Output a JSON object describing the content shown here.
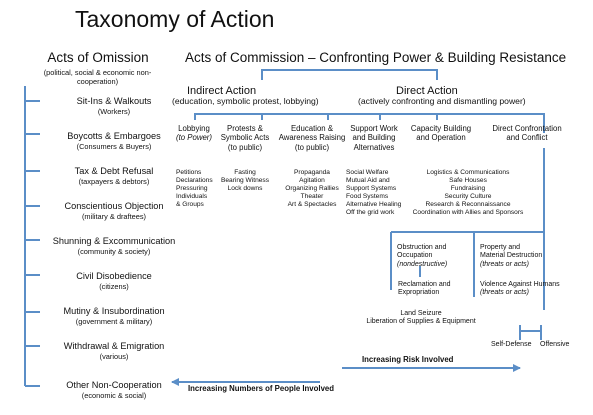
{
  "title": "Taxonomy of Action",
  "omission": {
    "heading": "Acts of Omission",
    "subtitle_1": "(political, social & economic non-",
    "subtitle_2": "cooperation)",
    "items": [
      {
        "label": "Sit-Ins & Walkouts",
        "sub": "(Workers)"
      },
      {
        "label": "Boycotts & Embargoes",
        "sub": "(Consumers & Buyers)"
      },
      {
        "label": "Tax & Debt Refusal",
        "sub": "(taxpayers & debtors)"
      },
      {
        "label": "Conscientious Objection",
        "sub": "(military & draftees)"
      },
      {
        "label": "Shunning & Excommunication",
        "sub": "(community & society)"
      },
      {
        "label": "Civil Disobedience",
        "sub": "(citizens)"
      },
      {
        "label": "Mutiny & Insubordination",
        "sub": "(government & military)"
      },
      {
        "label": "Withdrawal & Emigration",
        "sub": "(various)"
      },
      {
        "label": "Other Non-Cooperation",
        "sub": "(economic & social)"
      }
    ]
  },
  "commission": {
    "heading": "Acts of Commission – Confronting Power & Building Resistance",
    "indirect": {
      "title": "Indirect Action",
      "sub": "(education, symbolic protest, lobbying)"
    },
    "direct": {
      "title": "Direct Action",
      "sub": "(actively confronting and dismantling power)"
    },
    "categories": [
      {
        "line1": "Lobbying",
        "line2": "(to Power)",
        "line3": "",
        "list": [
          "Petitions",
          "Declarations",
          "Pressuring",
          "Individuals",
          "& Groups"
        ]
      },
      {
        "line1": "Protests &",
        "line2": "Symbolic Acts",
        "line3": "(to public)",
        "list": [
          "Fasting",
          "Bearing Witness",
          "Lock downs"
        ]
      },
      {
        "line1": "Education &",
        "line2": "Awareness Raising",
        "line3": "(to public)",
        "list": [
          "Propaganda",
          "Agitation",
          "Organizing Rallies",
          "Theater",
          "Art & Spectacles"
        ]
      },
      {
        "line1": "Support Work",
        "line2": "and Building",
        "line3": "Alternatives",
        "list": [
          "Social Welfare",
          "Mutual Aid and",
          "Support Systems",
          "Food Systems",
          "Alternative Healing",
          "Off the grid work"
        ]
      },
      {
        "line1": "Capacity Building",
        "line2": "and Operation",
        "line3": "",
        "list": [
          "Logistics & Communications",
          "Safe Houses",
          "Fundraising",
          "Security Culture",
          "Research & Reconnaissance",
          "Coordination with Allies and Sponsors"
        ]
      },
      {
        "line1": "Direct Confrontation",
        "line2": "and Conflict",
        "line3": "",
        "list": []
      }
    ],
    "conflict": {
      "obstruction": {
        "line1": "Obstruction and",
        "line2": "Occupation",
        "line3": "(nondestructive)"
      },
      "property": {
        "line1": "Property and",
        "line2": "Material Destruction",
        "line3": "(threats or acts)"
      },
      "reclamation": {
        "line1": "Reclamation and",
        "line2": "Expropriation"
      },
      "violence": {
        "line1": "Violence Against Humans",
        "line2": "(threats or acts)"
      },
      "land": {
        "line1": "Land Seizure",
        "line2": "Liberation of Supplies & Equipment"
      },
      "self_defense": "Self-Defense",
      "offensive": "Offensive"
    }
  },
  "arrows": {
    "risk": "Increasing Risk Involved",
    "people": "Increasing Numbers of People Involved"
  },
  "colors": {
    "line": "#5b8ec7",
    "text": "#111111"
  }
}
